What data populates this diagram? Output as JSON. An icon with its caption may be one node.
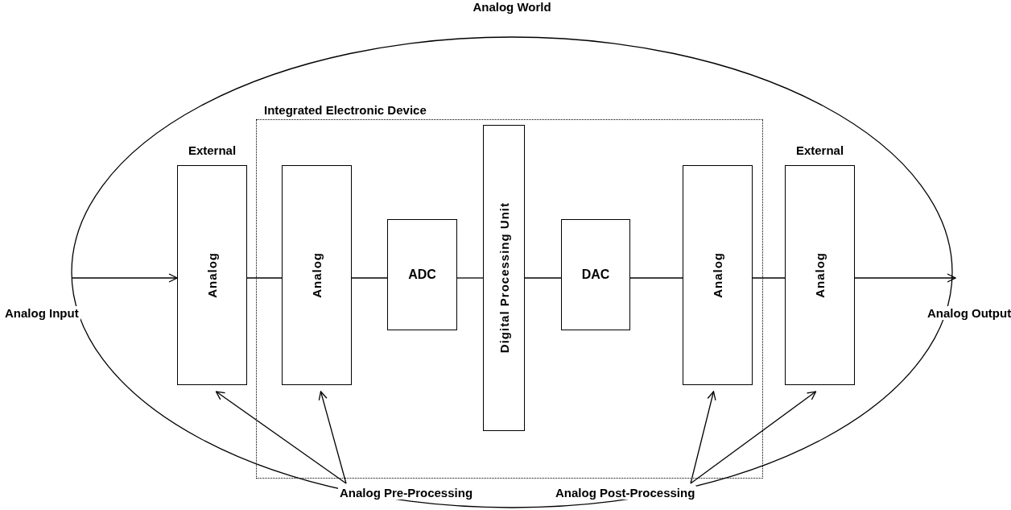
{
  "diagram": {
    "nodes": [
      {
        "text": [
          "Analog World"
        ]
      },
      {
        "text": [
          "Integrated Electronic Device"
        ],
        "in": 0
      },
      {
        "text": [
          "External",
          "Analog"
        ],
        "in": 0
      },
      {
        "text": [
          "Analog"
        ],
        "in": 1
      },
      {
        "text": [
          "ADC"
        ],
        "in": 1
      },
      {
        "text": [
          "Digital Processing Unit"
        ],
        "in": 1
      },
      {
        "text": [
          "DAC"
        ],
        "in": 1
      },
      {
        "text": [
          "Analog"
        ],
        "in": 1
      },
      {
        "text": [
          "External",
          "Analog"
        ],
        "in": 0
      },
      {
        "text": [
          "Analog Pre-Processing"
        ],
        "in": 0
      },
      {
        "text": [
          "Analog Post-Processing"
        ],
        "in": 0
      }
    ],
    "edges": [
      {
        "from": null,
        "to": 2,
        "arrow": "to"
      },
      {
        "from": 2,
        "to": 3,
        "arrow": "none"
      },
      {
        "from": 3,
        "to": 4,
        "arrow": "none"
      },
      {
        "from": 4,
        "to": 5,
        "arrow": "none"
      },
      {
        "from": 5,
        "to": 6,
        "arrow": "none"
      },
      {
        "from": 6,
        "to": 7,
        "arrow": "none"
      },
      {
        "from": 7,
        "to": 8,
        "arrow": "none"
      },
      {
        "from": 8,
        "to": null,
        "arrow": "to"
      },
      {
        "from": 9,
        "to": 2,
        "arrow": "to"
      },
      {
        "from": 9,
        "to": 3,
        "arrow": "to"
      },
      {
        "from": 10,
        "to": 7,
        "arrow": "to"
      },
      {
        "from": 10,
        "to": 8,
        "arrow": "to"
      }
    ],
    "labels": [
      "Analog Input",
      "Analog Output"
    ]
  }
}
